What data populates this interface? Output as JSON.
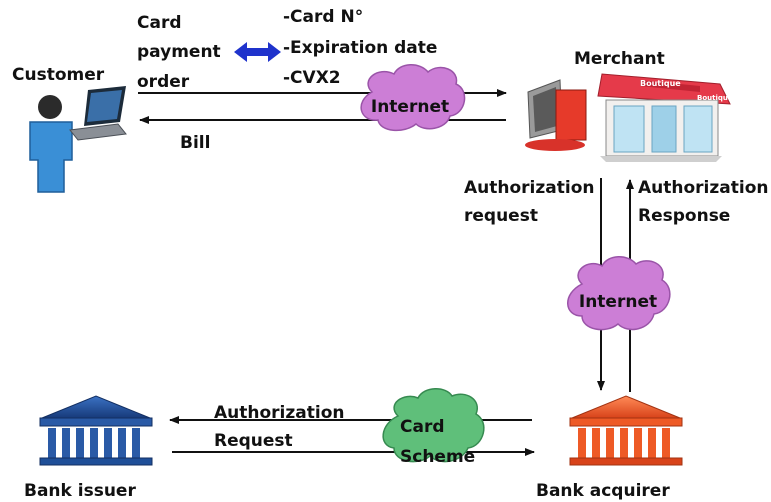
{
  "card_data_items": [
    "-Card N°",
    "-Expiration date",
    "-CVX2"
  ],
  "customer": {
    "label": "Customer"
  },
  "card_payment_order": {
    "line1": "Card",
    "line2": "payment",
    "line3": "order"
  },
  "bill": {
    "label": "Bill"
  },
  "merchant": {
    "label": "Merchant",
    "shop_sign_1": "Boutique",
    "shop_sign_2": "Boutique"
  },
  "internet_top": {
    "label": "Internet"
  },
  "internet_right": {
    "label": "Internet"
  },
  "auth_request_vertical": {
    "line1": "Authorization",
    "line2": "request"
  },
  "auth_response_vertical": {
    "line1": "Authorization",
    "line2": "Response"
  },
  "card_scheme": {
    "line1": "Card",
    "line2": "Scheme"
  },
  "auth_request_bottom": {
    "line1": "Authorization",
    "line2": "Request"
  },
  "bank_issuer": {
    "label": "Bank issuer"
  },
  "bank_acquirer": {
    "label": "Bank acquirer"
  },
  "colors": {
    "cloud_purple": "#cc7ed6",
    "cloud_green": "#5fbf7a",
    "issuer_blue": "#1f4f98",
    "acquirer_orange": "#ee5a26",
    "double_arrow_blue": "#1f33cc"
  }
}
